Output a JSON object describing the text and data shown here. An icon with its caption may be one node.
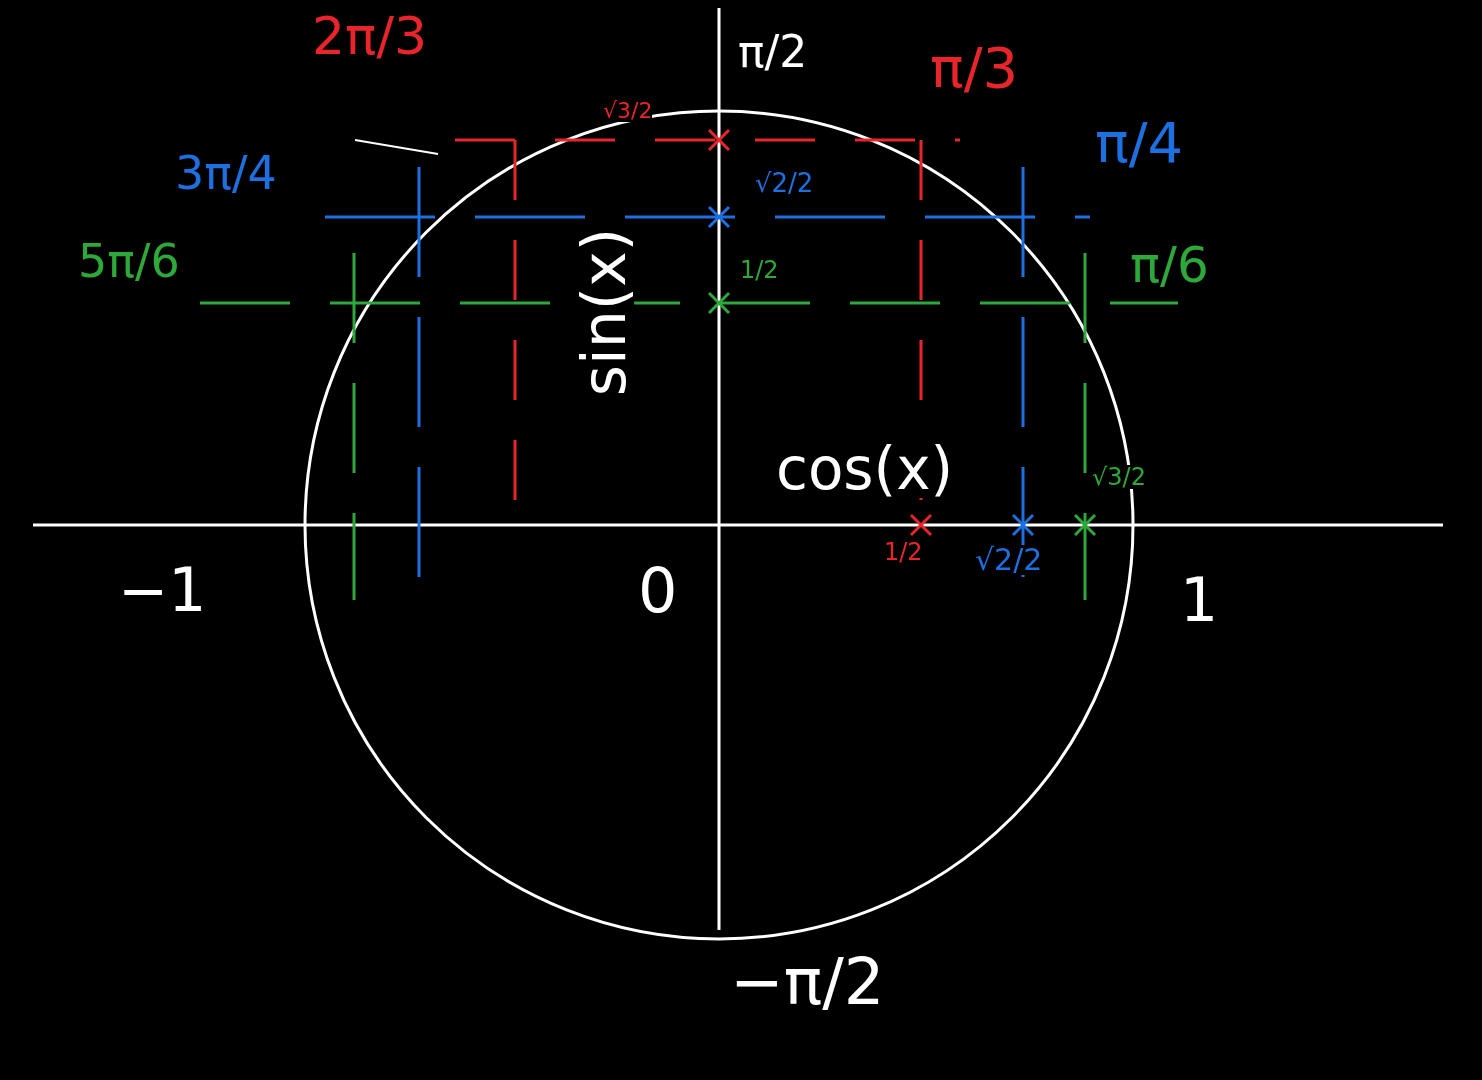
{
  "diagram": {
    "labels": [
      "2π/3",
      "π/2",
      "π/3",
      "3π/4",
      "π/4",
      "5π/6",
      "π/6",
      "√3/2",
      "√2/2",
      "1/2",
      "sin(x)",
      "cos(x)",
      "√3/2",
      "1/2",
      "√2/2",
      "−1",
      "0",
      "1",
      "−π/2"
    ]
  }
}
